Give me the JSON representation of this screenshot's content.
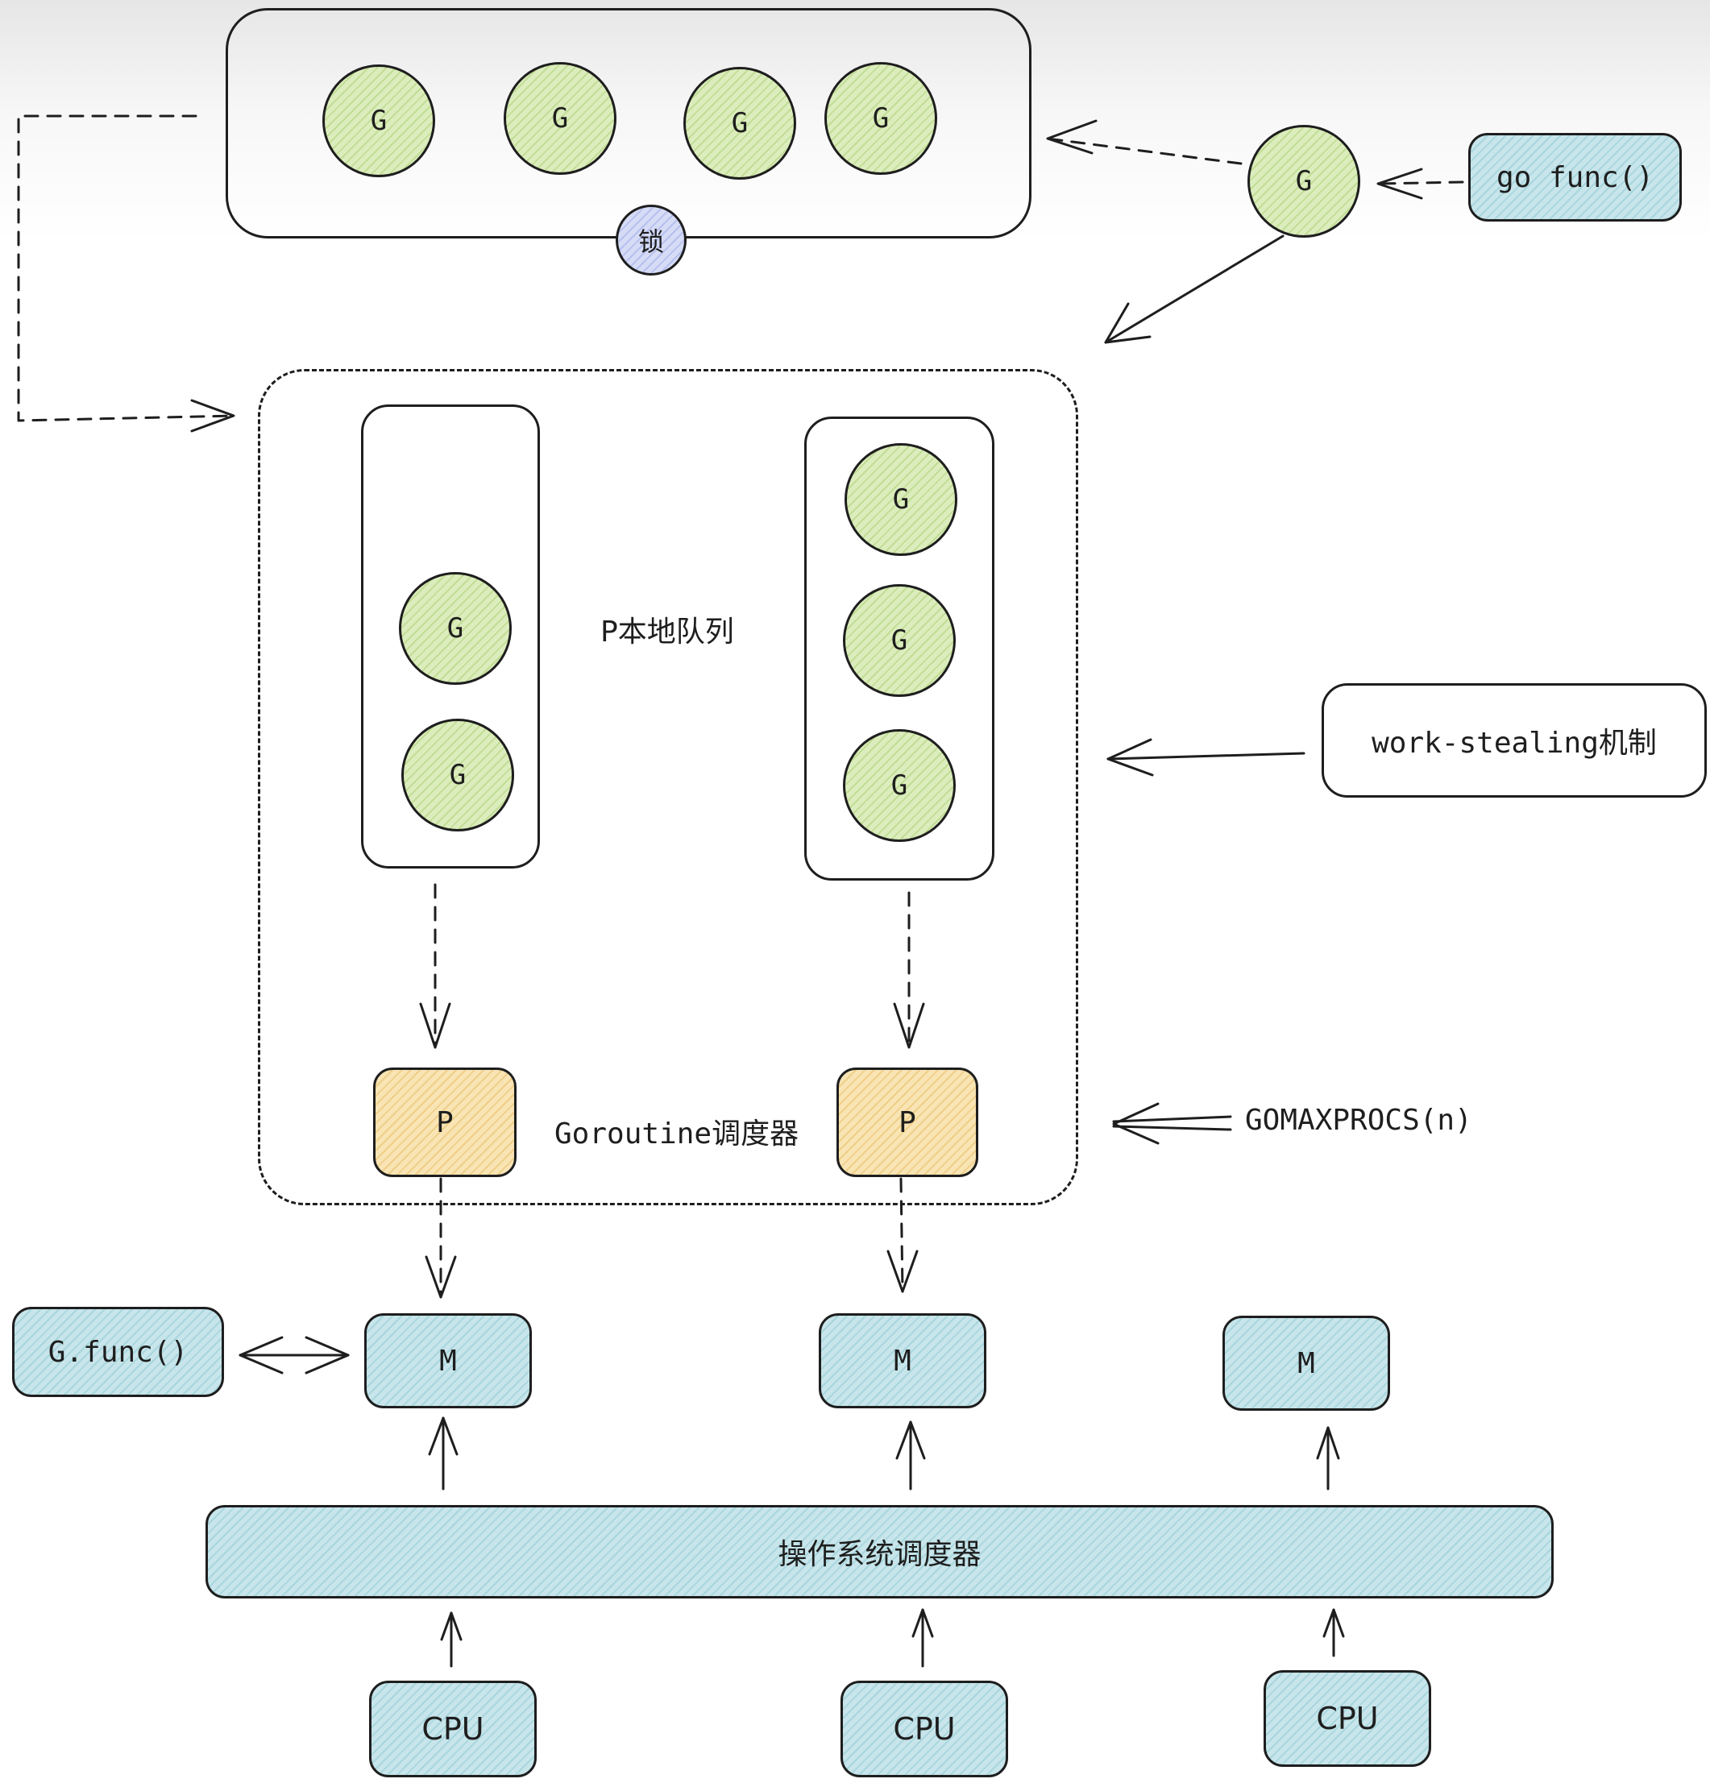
{
  "global_queue": {
    "goroutines": [
      "G",
      "G",
      "G",
      "G"
    ],
    "lock_label": "锁"
  },
  "incoming_goroutine": {
    "label": "G"
  },
  "go_func": {
    "label": "go func()"
  },
  "local_queue_label": "P本地队列",
  "local_queue_left": {
    "goroutines": [
      "G",
      "G"
    ]
  },
  "local_queue_right": {
    "goroutines": [
      "G",
      "G",
      "G"
    ]
  },
  "work_stealing": {
    "label": "work-stealing机制"
  },
  "processors": {
    "left": "P",
    "right": "P"
  },
  "scheduler_label": "Goroutine调度器",
  "gomaxprocs_label": "GOMAXPROCS(n)",
  "g_func": {
    "label": "G.func()"
  },
  "machines": [
    "M",
    "M",
    "M"
  ],
  "os_scheduler": {
    "label": "操作系统调度器"
  },
  "cpus": [
    "CPU",
    "CPU",
    "CPU"
  ],
  "colors": {
    "goroutine_fill": "#c2dd96",
    "processor_fill": "#f9e4b4",
    "machine_fill": "#a9d6de",
    "lock_fill": "#b7c0ee",
    "stroke": "#1e1e1e"
  }
}
